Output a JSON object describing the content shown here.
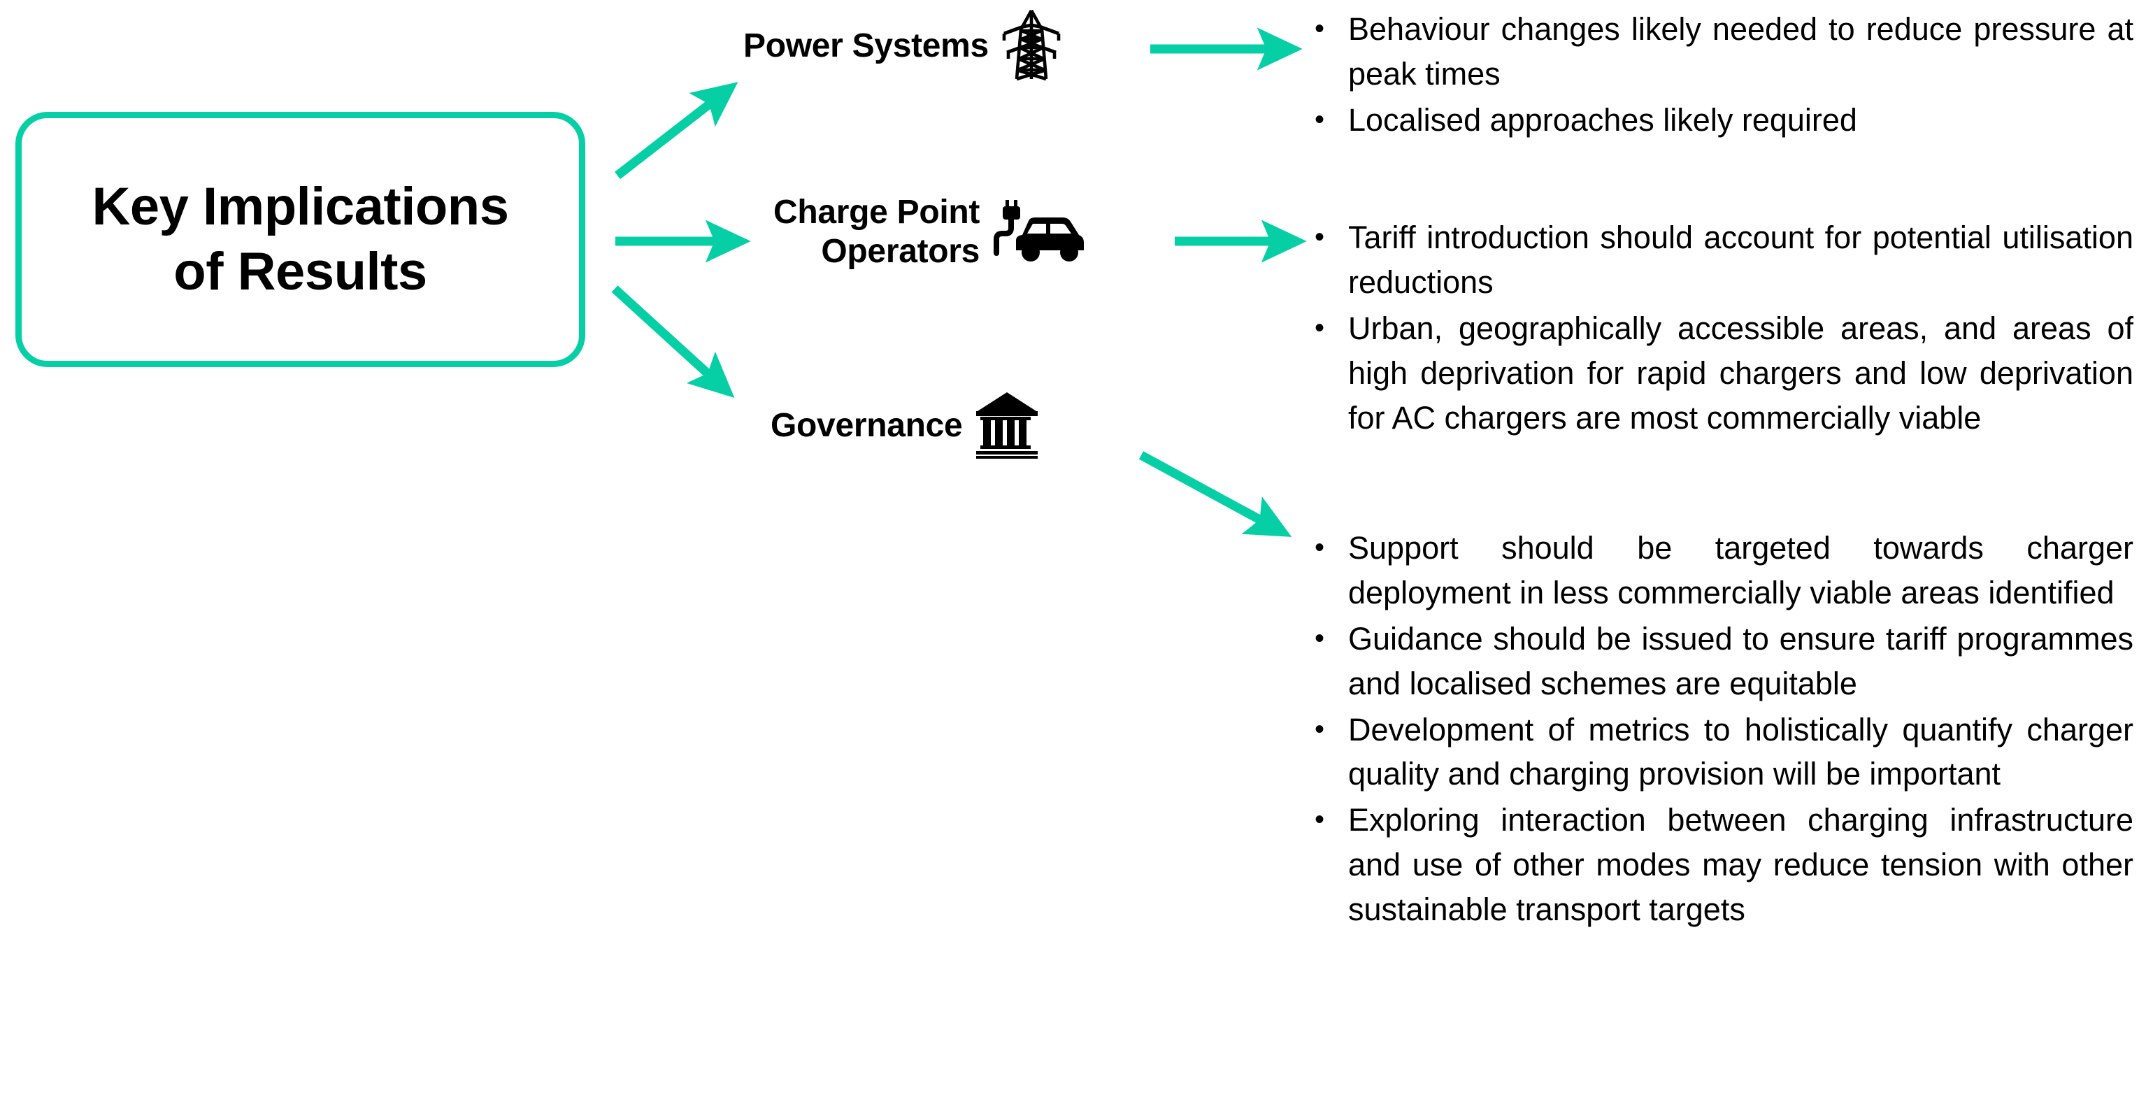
{
  "diagram": {
    "title_box": {
      "text": "Key Implications\nof Results",
      "border_color": "#06CFA6"
    },
    "accent_color": "#06CFA6",
    "branches": [
      {
        "id": "power-systems",
        "label": "Power Systems",
        "icon": "power-pylon-icon",
        "bullets": [
          "Behaviour changes likely needed to reduce pressure at peak times",
          "Localised approaches likely required"
        ]
      },
      {
        "id": "charge-point-operators",
        "label": "Charge Point\nOperators",
        "icon": "electric-car-charging-icon",
        "bullets": [
          "Tariff introduction should account for potential utilisation reductions",
          "Urban, geographically accessible areas, and areas of high deprivation for rapid chargers and low deprivation for AC chargers are most commercially viable"
        ]
      },
      {
        "id": "governance",
        "label": "Governance",
        "icon": "government-building-icon",
        "bullets": [
          "Support should be targeted towards charger deployment in less commercially viable areas identified",
          "Guidance should be issued to ensure tariff programmes and localised schemes are equitable",
          "Development of metrics to holistically quantify charger quality and charging provision will be important",
          "Exploring interaction between charging infrastructure and use of other modes may reduce tension with other sustainable transport targets"
        ]
      }
    ]
  }
}
